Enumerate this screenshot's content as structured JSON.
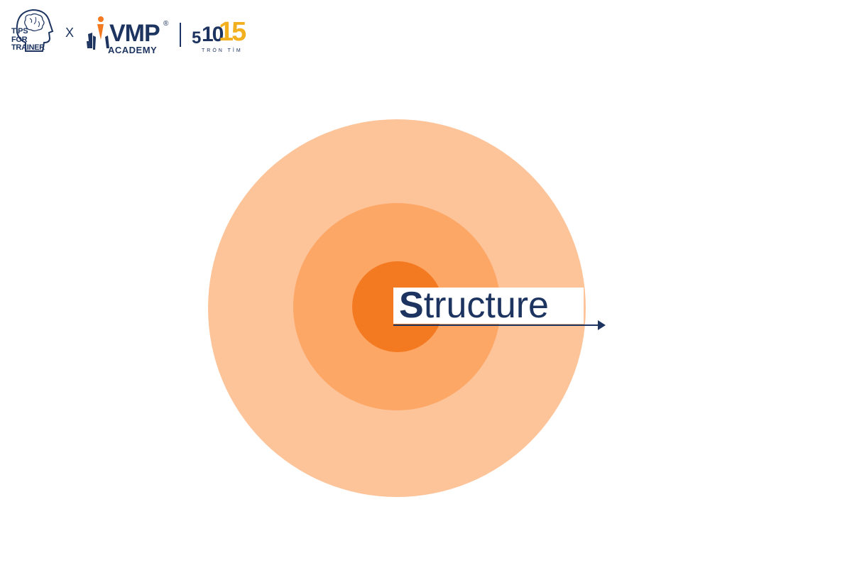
{
  "header": {
    "logo_tips": {
      "line1": "TIPS",
      "line2": "FOR",
      "line3": "TRAINER"
    },
    "separator": "X",
    "logo_vmp": {
      "name": "VMP",
      "registered": "®",
      "sub": "ACADEMY"
    },
    "logo_51015": {
      "five": "5",
      "ten": "10",
      "fifteen": "15",
      "tagline": "TRÒN TÌM"
    }
  },
  "diagram": {
    "label_initial": "S",
    "label_rest": "tructure",
    "colors": {
      "outer_ring": "#fdc49a",
      "middle_ring": "#fda767",
      "inner_ring": "#f47a22",
      "text": "#1d3461",
      "accent_yellow": "#f2b01e"
    }
  }
}
